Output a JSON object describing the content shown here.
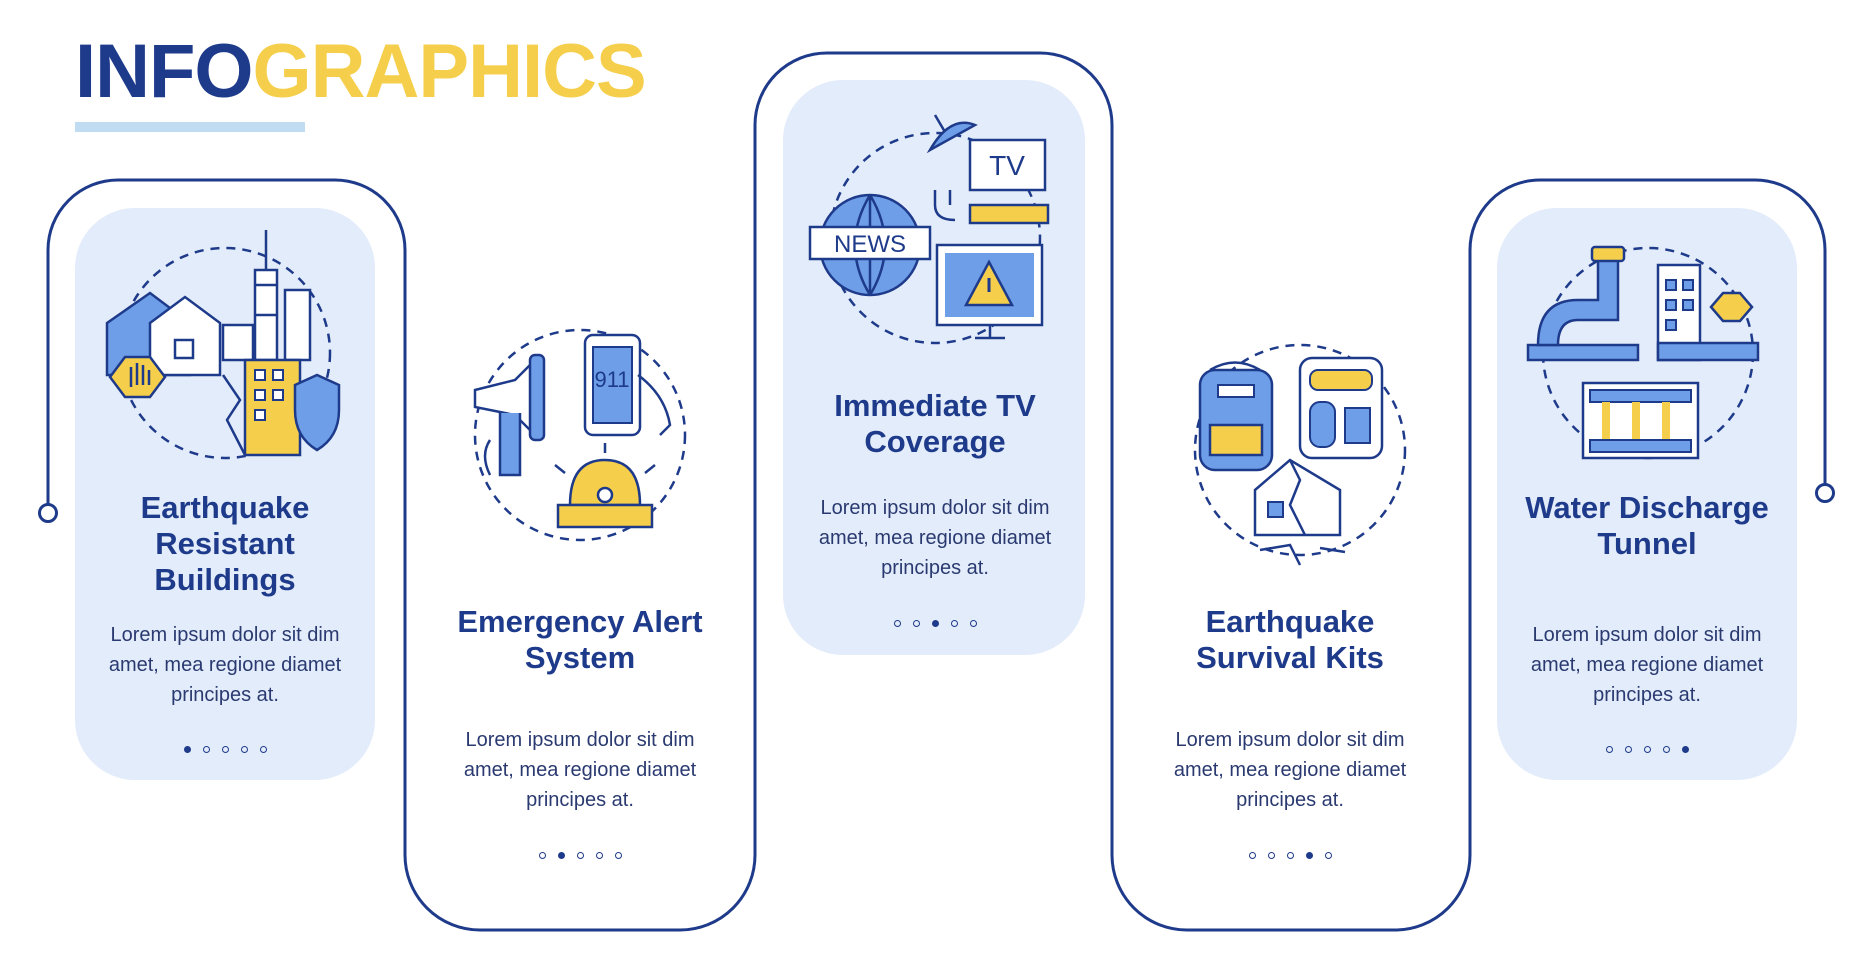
{
  "header": {
    "title_part1": "INFO",
    "title_part2": "GRAPHICS"
  },
  "colors": {
    "navy": "#1e3a8a",
    "yellow": "#f5cf4b",
    "light_blue": "#e3ecfa",
    "blue": "#6e9ee8"
  },
  "cards": [
    {
      "title": "Earthquake Resistant Buildings",
      "description": "Lorem ipsum dolor sit dim amet, mea regione diamet principes at.",
      "icon": "buildings-icon",
      "dots_total": 5,
      "active_dot": 1
    },
    {
      "title": "Emergency Alert System",
      "description": "Lorem ipsum dolor sit dim amet, mea regione diamet principes at.",
      "icon": "alert-system-icon",
      "dots_total": 5,
      "active_dot": 2
    },
    {
      "title": "Immediate TV Coverage",
      "description": "Lorem ipsum dolor sit dim amet, mea regione diamet principes at.",
      "icon": "tv-news-icon",
      "dots_total": 5,
      "active_dot": 3
    },
    {
      "title": "Earthquake Survival Kits",
      "description": "Lorem ipsum dolor sit dim amet, mea regione diamet principes at.",
      "icon": "survival-kit-icon",
      "dots_total": 5,
      "active_dot": 4
    },
    {
      "title": "Water Discharge Tunnel",
      "description": "Lorem ipsum dolor sit dim amet, mea regione diamet principes at.",
      "icon": "water-tunnel-icon",
      "dots_total": 5,
      "active_dot": 5
    }
  ],
  "icon_labels": {
    "phone": "911",
    "news": "NEWS",
    "tv": "TV"
  }
}
